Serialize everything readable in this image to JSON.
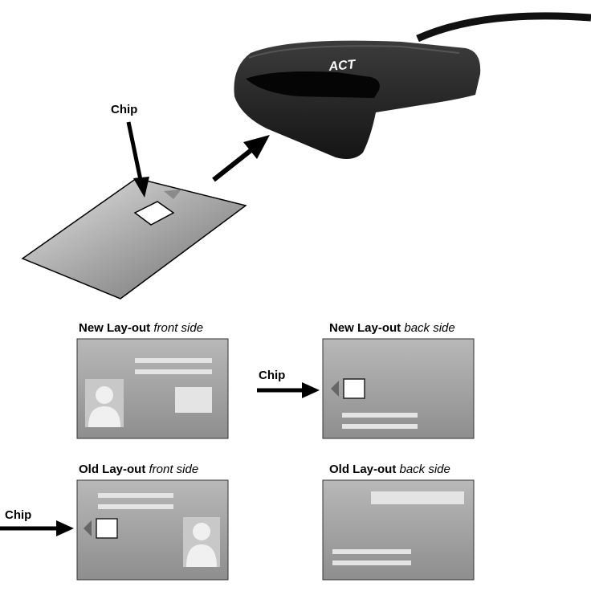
{
  "top": {
    "chip_label": "Chip",
    "reader_logo": "ACT"
  },
  "cards": {
    "new_front": {
      "bold": "New Lay-out",
      "italic": "front side"
    },
    "new_back": {
      "bold": "New Lay-out",
      "italic": "back side",
      "chip_label": "Chip"
    },
    "old_front": {
      "bold": "Old Lay-out",
      "italic": "front side",
      "chip_label": "Chip"
    },
    "old_back": {
      "bold": "Old Lay-out",
      "italic": "back side"
    }
  }
}
